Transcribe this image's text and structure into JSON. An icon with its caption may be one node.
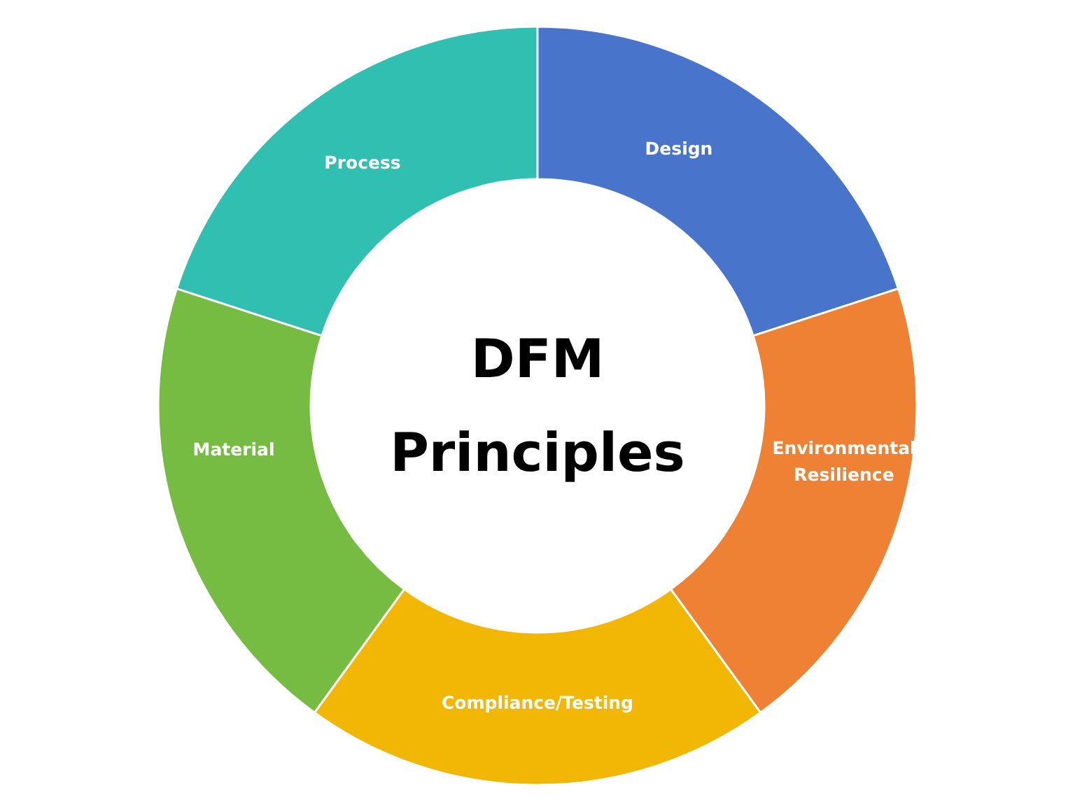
{
  "diagram": {
    "nodes": [
      {
        "text": [
          "DFM Principles"
        ]
      },
      {
        "text": [
          "Design"
        ]
      },
      {
        "text": [
          "Environmental Resilience"
        ]
      },
      {
        "text": [
          "Compliance/Testing"
        ]
      },
      {
        "text": [
          "Material"
        ]
      },
      {
        "text": [
          "Process"
        ]
      }
    ]
  }
}
